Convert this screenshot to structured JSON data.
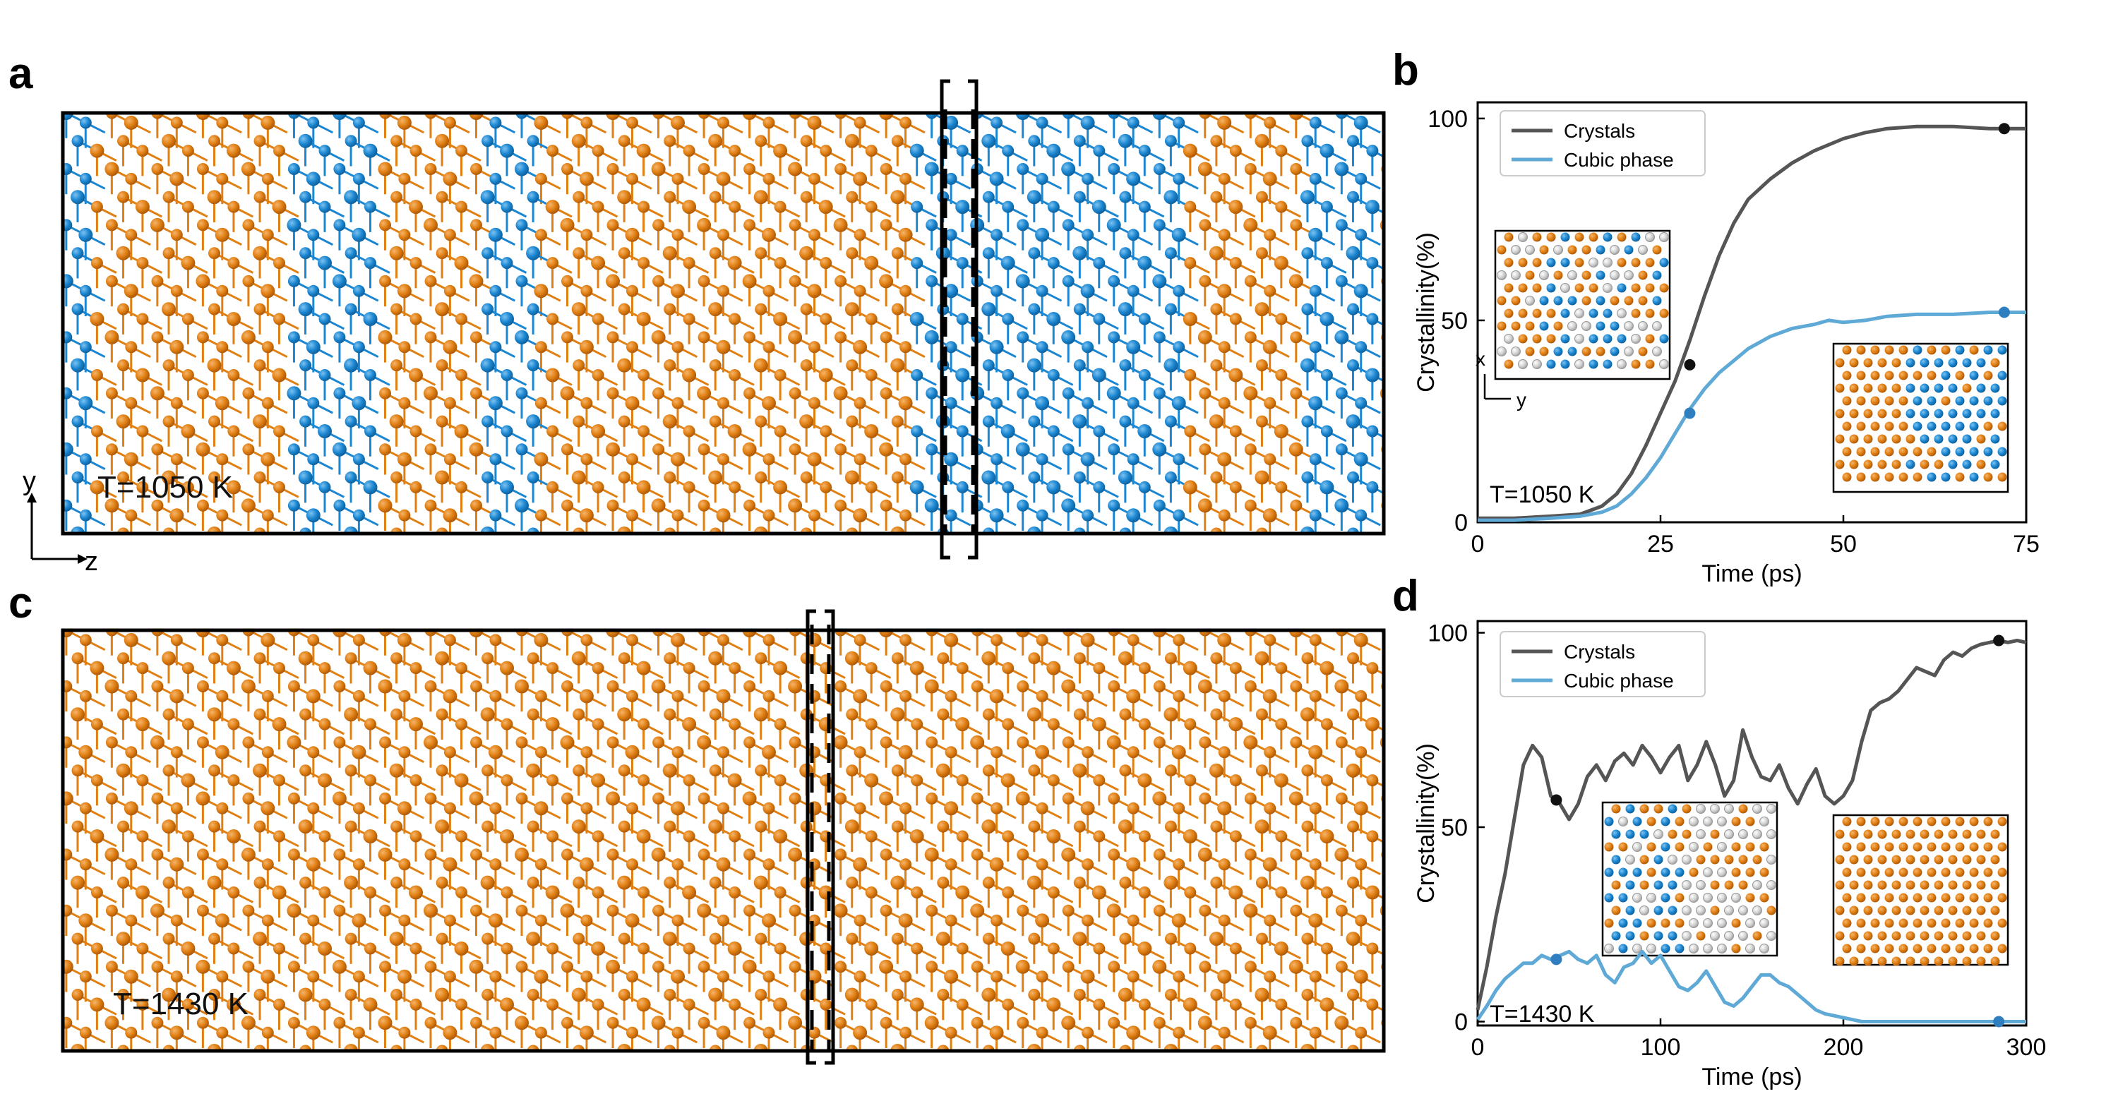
{
  "panels": {
    "a": {
      "letter": "a",
      "temp_label": "T=1050 K",
      "axis_y": "y",
      "axis_z": "z"
    },
    "b": {
      "letter": "b"
    },
    "c": {
      "letter": "c",
      "temp_label": "T=1430 K"
    },
    "d": {
      "letter": "d"
    }
  },
  "colors": {
    "orange": "#e07f12",
    "blue": "#1b86d1",
    "gray": "#c9c9c9",
    "crystals_line": "#555555",
    "cubic_line": "#5fa9d6"
  },
  "chart_data": [
    {
      "type": "line",
      "panel": "b",
      "xlabel": "Time (ps)",
      "ylabel": "Crystallinity(%)",
      "xlim": [
        0,
        75
      ],
      "ylim": [
        0,
        104
      ],
      "xticks": [
        0,
        25,
        50,
        75
      ],
      "yticks": [
        0,
        50,
        100
      ],
      "legend": "top-left",
      "annotation": "T=1050 K",
      "inset_axis_labels": [
        "x",
        "y"
      ],
      "series": [
        {
          "name": "Crystals",
          "color": "#555555",
          "x": [
            0,
            5,
            10,
            14,
            17,
            19,
            21,
            23,
            25,
            27,
            29,
            31,
            33,
            35,
            37,
            40,
            43,
            46,
            50,
            53,
            56,
            60,
            65,
            70,
            72,
            75
          ],
          "y": [
            1,
            1,
            1.5,
            2,
            4,
            7,
            12,
            19,
            27,
            35,
            45,
            56,
            66,
            74,
            80,
            85,
            89,
            92,
            95,
            96.5,
            97.5,
            98,
            98,
            97.5,
            97.5,
            97.5
          ]
        },
        {
          "name": "Cubic phase",
          "color": "#5fa9d6",
          "x": [
            0,
            5,
            10,
            14,
            17,
            19,
            21,
            23,
            25,
            27,
            29,
            31,
            33,
            35,
            37,
            40,
            43,
            46,
            48,
            50,
            53,
            56,
            60,
            65,
            70,
            72,
            75
          ],
          "y": [
            0.5,
            0.5,
            1,
            1.5,
            2.5,
            4,
            7,
            11,
            16,
            22,
            28,
            33,
            37,
            40,
            43,
            46,
            48,
            49,
            50,
            49.5,
            50,
            51,
            51.5,
            51.5,
            52,
            52,
            52
          ]
        }
      ],
      "markers": [
        {
          "series": "Crystals",
          "x": 29,
          "y": 39
        },
        {
          "series": "Cubic phase",
          "x": 29,
          "y": 27
        },
        {
          "series": "Crystals",
          "x": 72,
          "y": 97.5
        },
        {
          "series": "Cubic phase",
          "x": 72,
          "y": 52
        }
      ]
    },
    {
      "type": "line",
      "panel": "d",
      "xlabel": "Time (ps)",
      "ylabel": "Crystallinity(%)",
      "xlim": [
        0,
        300
      ],
      "ylim": [
        -1,
        103
      ],
      "xticks": [
        0,
        100,
        200,
        300
      ],
      "yticks": [
        0,
        50,
        100
      ],
      "legend": "top-left",
      "annotation": "T=1430 K",
      "series": [
        {
          "name": "Crystals",
          "color": "#555555",
          "x": [
            0,
            5,
            10,
            15,
            20,
            25,
            30,
            35,
            40,
            45,
            50,
            55,
            60,
            65,
            70,
            75,
            80,
            85,
            90,
            95,
            100,
            105,
            110,
            115,
            120,
            125,
            130,
            135,
            140,
            145,
            150,
            155,
            160,
            165,
            170,
            175,
            180,
            185,
            190,
            195,
            200,
            205,
            210,
            215,
            220,
            225,
            230,
            235,
            240,
            245,
            250,
            255,
            260,
            265,
            270,
            275,
            280,
            285,
            290,
            295,
            300
          ],
          "y": [
            3,
            14,
            27,
            38,
            52,
            66,
            71,
            68,
            58,
            56,
            52,
            56,
            63,
            66,
            62,
            67,
            69,
            66,
            71,
            68,
            64,
            68,
            71,
            62,
            66,
            72,
            66,
            58,
            62,
            75,
            68,
            63,
            62,
            66,
            60,
            56,
            61,
            65,
            58,
            56,
            58,
            62,
            72,
            80,
            82,
            83,
            85,
            88,
            91,
            90,
            89,
            93,
            95,
            94,
            96,
            97,
            97.5,
            98,
            97.5,
            98,
            97.5
          ]
        },
        {
          "name": "Cubic phase",
          "color": "#5fa9d6",
          "x": [
            0,
            5,
            10,
            15,
            20,
            25,
            30,
            35,
            40,
            45,
            50,
            55,
            60,
            65,
            70,
            75,
            80,
            85,
            90,
            95,
            100,
            105,
            110,
            115,
            120,
            125,
            130,
            135,
            140,
            145,
            150,
            155,
            160,
            165,
            170,
            175,
            180,
            185,
            190,
            195,
            200,
            205,
            210,
            215,
            220,
            225,
            230,
            240,
            250,
            260,
            270,
            280,
            290,
            300
          ],
          "y": [
            0.5,
            4,
            8,
            11,
            13,
            15,
            15,
            17,
            16,
            17,
            18,
            16,
            15,
            17,
            12,
            10,
            14,
            15,
            18,
            15,
            17,
            13,
            9,
            8,
            10,
            13,
            9,
            5,
            4,
            6,
            9,
            12,
            12,
            10,
            9,
            7,
            5,
            3,
            2,
            1.5,
            1,
            0.5,
            0,
            0,
            0,
            0,
            0,
            0,
            0,
            0,
            0,
            0,
            0,
            0
          ]
        }
      ],
      "markers": [
        {
          "series": "Crystals",
          "x": 43,
          "y": 57
        },
        {
          "series": "Cubic phase",
          "x": 43,
          "y": 16
        },
        {
          "series": "Crystals",
          "x": 285,
          "y": 98
        },
        {
          "series": "Cubic phase",
          "x": 285,
          "y": 0
        }
      ]
    }
  ]
}
